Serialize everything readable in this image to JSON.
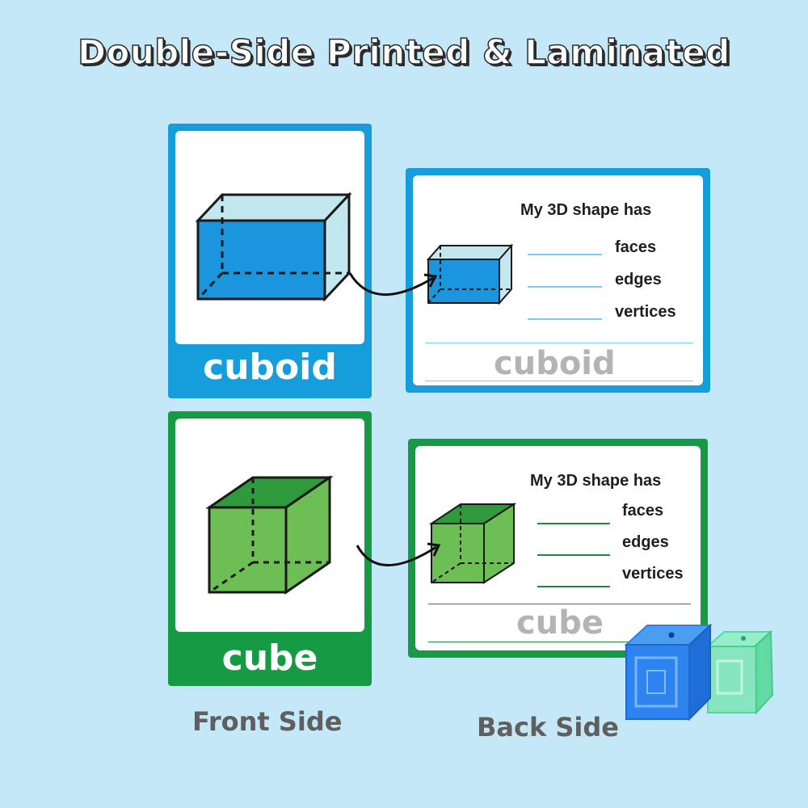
{
  "title": "Double-Side Printed & Laminated",
  "colors": {
    "background": "#c5e8f8",
    "blue_card": "#159ddc",
    "green_card": "#179a44",
    "blue_fill": "#1a95de",
    "green_fill": "#6dbf55",
    "blue_line": "#7ccbea",
    "green_line": "#1f8a3c",
    "trace_text": "#b4b4b4"
  },
  "cards": [
    {
      "shape": "cuboid",
      "front_label": "cuboid",
      "back": {
        "heading": "My 3D shape has",
        "rows": [
          "faces",
          "edges",
          "vertices"
        ],
        "trace_word": "cuboid"
      }
    },
    {
      "shape": "cube",
      "front_label": "cube",
      "back": {
        "heading": "My 3D shape has",
        "rows": [
          "faces",
          "edges",
          "vertices"
        ],
        "trace_word": "cube"
      }
    }
  ],
  "captions": {
    "front": "Front Side",
    "back": "Back Side"
  },
  "icons": [
    "curved-arrow-icon",
    "cuboid-icon",
    "cube-icon",
    "clear-cube-toy-icon"
  ]
}
